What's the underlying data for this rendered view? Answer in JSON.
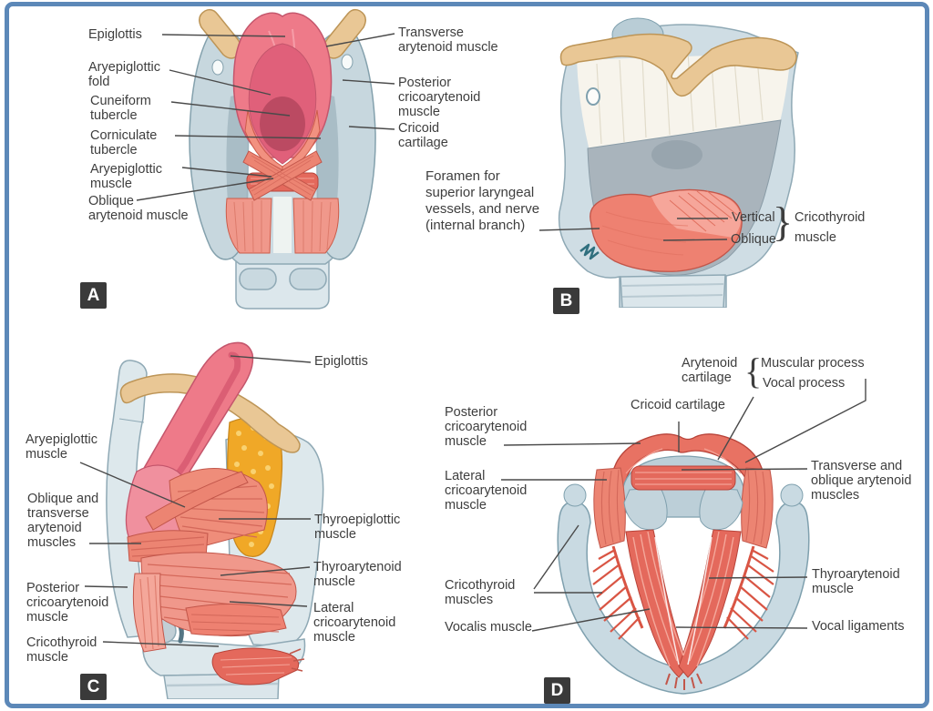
{
  "figure": {
    "type": "anatomical-diagram",
    "subject": "Muscles of the larynx, four views"
  },
  "colors": {
    "frame_blue": "#5c88b8",
    "label_text": "#3e3e3e",
    "badge_bg": "#3a3a3a",
    "badge_text": "#ffffff",
    "cartilage_blue": "#c9d9e0",
    "cartilage_gray": "#a9b4bc",
    "bone_tan": "#e9c795",
    "muscle_red": "#e4695c",
    "muscle_salmon": "#ee8472",
    "epiglottis_pink": "#ee7a89",
    "fat_yellow": "#f0a827"
  },
  "badges": {
    "a": "A",
    "b": "B",
    "c": "C",
    "d": "D"
  },
  "panel_a": {
    "labels": {
      "epiglottis": "Epiglottis",
      "aryepiglottic_fold": "Aryepiglottic\nfold",
      "cuneiform_tubercle": "Cuneiform\ntubercle",
      "corniculate_tubercle": "Corniculate\ntubercle",
      "aryepiglottic_muscle": "Aryepiglottic\nmuscle",
      "oblique_arytenoid_muscle": "Oblique\narytenoid muscle",
      "transverse_arytenoid_muscle": "Transverse\narytenoid muscle",
      "posterior_cricoarytenoid_muscle": "Posterior\ncricoarytenoid\nmuscle",
      "cricoid_cartilage": "Cricoid\ncartilage"
    }
  },
  "panel_b": {
    "labels": {
      "foramen": "Foramen for\nsuperior laryngeal\nvessels, and nerve\n(internal branch)",
      "vertical": "Vertical",
      "oblique": "Oblique",
      "brace": "}",
      "cricothyroid_muscle": "Cricothyroid\nmuscle"
    }
  },
  "panel_c": {
    "labels": {
      "epiglottis": "Epiglottis",
      "aryepiglottic_muscle": "Aryepiglottic\nmuscle",
      "oblique_transverse_arytenoid": "Oblique and\ntransverse\narytenoid\nmuscles",
      "posterior_cricoarytenoid": "Posterior\ncricoarytenoid\nmuscle",
      "cricothyroid": "Cricothyroid\nmuscle",
      "thyroepiglottic": "Thyroepiglottic\nmuscle",
      "thyroarytenoid": "Thyroarytenoid\nmuscle",
      "lateral_cricoarytenoid": "Lateral\ncricoarytenoid\nmuscle"
    }
  },
  "panel_d": {
    "labels": {
      "arytenoid_cartilage": "Arytenoid\ncartilage",
      "brace": "{",
      "muscular_process": "Muscular process",
      "vocal_process": "Vocal process",
      "cricoid_cartilage": "Cricoid cartilage",
      "posterior_cricoarytenoid": "Posterior\ncricoarytenoid\nmuscle",
      "lateral_cricoarytenoid": "Lateral\ncricoarytenoid\nmuscle",
      "cricothyroid_muscles": "Cricothyroid\nmuscles",
      "vocalis_muscle": "Vocalis muscle",
      "transverse_oblique_arytenoid": "Transverse and\noblique arytenoid\nmuscles",
      "thyroarytenoid": "Thyroarytenoid\nmuscle",
      "vocal_ligaments": "Vocal ligaments"
    }
  }
}
